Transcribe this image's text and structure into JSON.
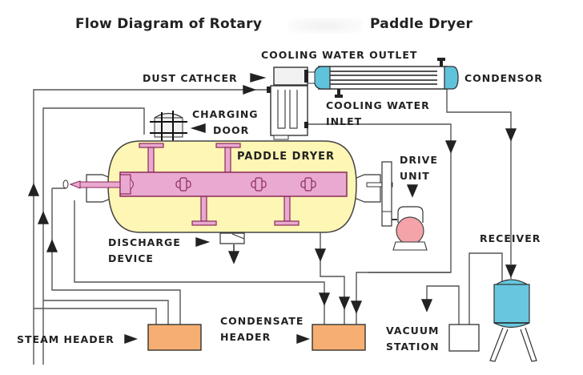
{
  "title": {
    "part1": "Flow Diagram of Rotary",
    "part2": "Paddle Dryer"
  },
  "labels": {
    "cooling_water_outlet": "COOLING WATER OUTLET",
    "dust_catcher": "DUST CATHCER",
    "condensor": "CONDENSOR",
    "charging": "CHARGING",
    "door": "DOOR",
    "cooling_water": "COOLING WATER",
    "inlet": "INLET",
    "paddle_dryer": "PADDLE DRYER",
    "drive": "DRIVE",
    "unit": "UNIT",
    "receiver": "RECEIVER",
    "discharge": "DISCHARGE",
    "device": "DEVICE",
    "steam_header": "STEAM HEADER",
    "condensate": "CONDENSATE",
    "header": "HEADER",
    "vacuum": "VACUUM",
    "station": "STATION"
  },
  "colors": {
    "dryer_body": "#fdf6b4",
    "shaft": "#e9a9d0",
    "shaft_edge": "#8a2a5a",
    "condenser_cap": "#5fc3dc",
    "receiver_tank": "#67c7de",
    "header_box": "#f6ae72",
    "motor": "#f4a3a8",
    "line": "#444444"
  }
}
